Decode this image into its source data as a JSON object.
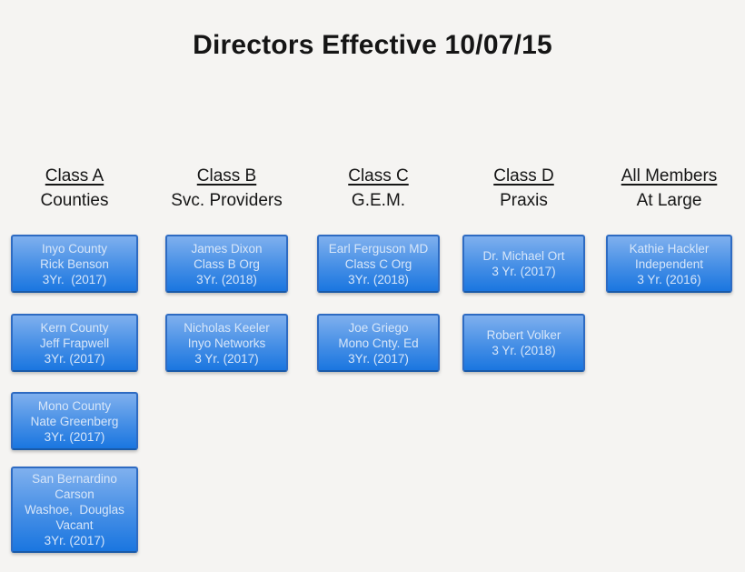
{
  "title": "Directors Effective 10/07/15",
  "colors": {
    "background": "#f5f4f2",
    "box_top": "#7fb0ee",
    "box_bottom": "#1a76e0",
    "box_border": "#2e6bc2",
    "box_text": "#d7e6f9",
    "heading_text": "#161616"
  },
  "columns": [
    {
      "class_label": "Class A",
      "subtitle": "Counties",
      "boxes": [
        {
          "lines": [
            "Inyo County",
            "Rick Benson",
            "3Yr.  (2017)"
          ]
        },
        {
          "lines": [
            "Kern County",
            "Jeff Frapwell",
            "3Yr. (2017)"
          ]
        },
        {
          "lines": [
            "Mono County",
            "Nate Greenberg",
            "3Yr. (2017)"
          ]
        },
        {
          "lines": [
            "San Bernardino",
            "Carson",
            "Washoe,  Douglas",
            "Vacant",
            "3Yr. (2017)"
          ]
        }
      ]
    },
    {
      "class_label": "Class B",
      "subtitle": "Svc. Providers",
      "boxes": [
        {
          "lines": [
            "James Dixon",
            "Class B Org",
            "3Yr. (2018)"
          ]
        },
        {
          "lines": [
            "Nicholas Keeler",
            "Inyo Networks",
            "3 Yr. (2017)"
          ]
        }
      ]
    },
    {
      "class_label": "Class C",
      "subtitle": "G.E.M.",
      "boxes": [
        {
          "lines": [
            "Earl Ferguson MD",
            "Class C Org",
            "3Yr. (2018)"
          ]
        },
        {
          "lines": [
            "Joe Griego",
            "Mono Cnty. Ed",
            "3Yr. (2017)"
          ]
        }
      ]
    },
    {
      "class_label": "Class D",
      "subtitle": "Praxis",
      "boxes": [
        {
          "lines": [
            "Dr. Michael Ort",
            "3 Yr. (2017)"
          ]
        },
        {
          "lines": [
            "Robert Volker",
            "3 Yr. (2018)"
          ]
        }
      ]
    },
    {
      "class_label": "All Members",
      "subtitle": "At Large",
      "boxes": [
        {
          "lines": [
            "Kathie Hackler",
            "Independent",
            "3 Yr. (2016)"
          ]
        }
      ]
    }
  ]
}
